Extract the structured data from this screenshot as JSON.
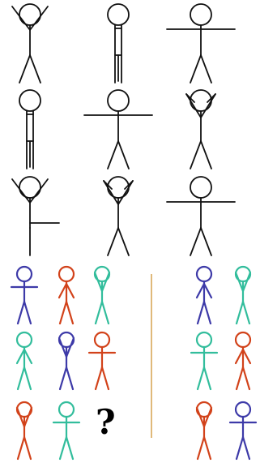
{
  "puzzle": {
    "question_mark": "?",
    "colors": {
      "blue": "#3d3aa8",
      "orange": "#d2421a",
      "teal": "#32bd9c",
      "divider": "#e0b97a",
      "ink": "#111111"
    },
    "grid_poses": [
      [
        "arms-up-vee",
        "arms-down-pants",
        "arms-horizontal"
      ],
      [
        "arms-down-pants",
        "arms-horizontal",
        "arms-up-to-head"
      ],
      [
        "arms-up-one-leg-sideways",
        "arms-up-to-head",
        "arms-horizontal"
      ]
    ],
    "colored_matrix": [
      [
        {
          "color": "blue",
          "pose": "arms-horizontal"
        },
        {
          "color": "orange",
          "pose": "arms-down"
        },
        {
          "color": "teal",
          "pose": "arms-to-head"
        }
      ],
      [
        {
          "color": "teal",
          "pose": "arms-down"
        },
        {
          "color": "blue",
          "pose": "arms-to-head"
        },
        {
          "color": "orange",
          "pose": "arms-horizontal"
        }
      ],
      [
        {
          "color": "orange",
          "pose": "arms-to-head"
        },
        {
          "color": "teal",
          "pose": "arms-horizontal"
        },
        null
      ]
    ],
    "options": [
      {
        "color": "blue",
        "pose": "arms-down"
      },
      {
        "color": "teal",
        "pose": "arms-to-head"
      },
      {
        "color": "teal",
        "pose": "arms-horizontal"
      },
      {
        "color": "orange",
        "pose": "arms-down"
      },
      {
        "color": "orange",
        "pose": "arms-to-head"
      },
      {
        "color": "blue",
        "pose": "arms-horizontal"
      }
    ]
  }
}
